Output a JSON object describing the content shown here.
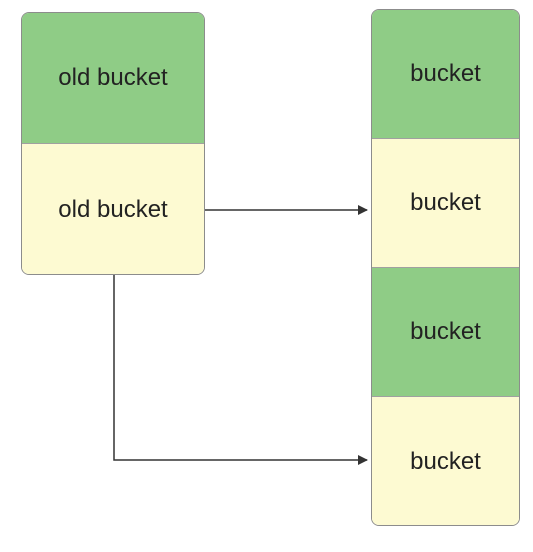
{
  "old_buckets": [
    {
      "label": "old bucket",
      "color": "#8fcc86"
    },
    {
      "label": "old bucket",
      "color": "#fdfad2"
    }
  ],
  "new_buckets": [
    {
      "label": "bucket",
      "color": "#8fcc86"
    },
    {
      "label": "bucket",
      "color": "#fdfad2"
    },
    {
      "label": "bucket",
      "color": "#8fcc86"
    },
    {
      "label": "bucket",
      "color": "#fdfad2"
    }
  ],
  "edges": [
    {
      "from": "old_buckets.1",
      "to": "new_buckets.1"
    },
    {
      "from": "old_buckets.1",
      "to": "new_buckets.3"
    }
  ]
}
